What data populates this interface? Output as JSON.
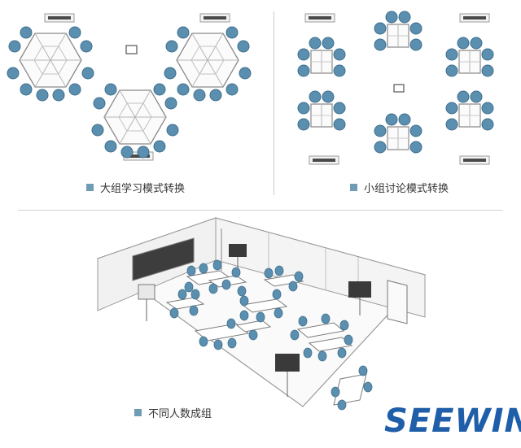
{
  "captions": {
    "large_group": "大组学习模式转换",
    "small_group": "小组讨论模式转换",
    "mixed_group": "不同人数成组"
  },
  "logo": {
    "text": "SEEWIN",
    "color": "#1f5ea9"
  },
  "colors": {
    "chair": "#5b8fb0",
    "table_stroke": "#8a8a8a",
    "legend_square": "#6f9bb4"
  }
}
